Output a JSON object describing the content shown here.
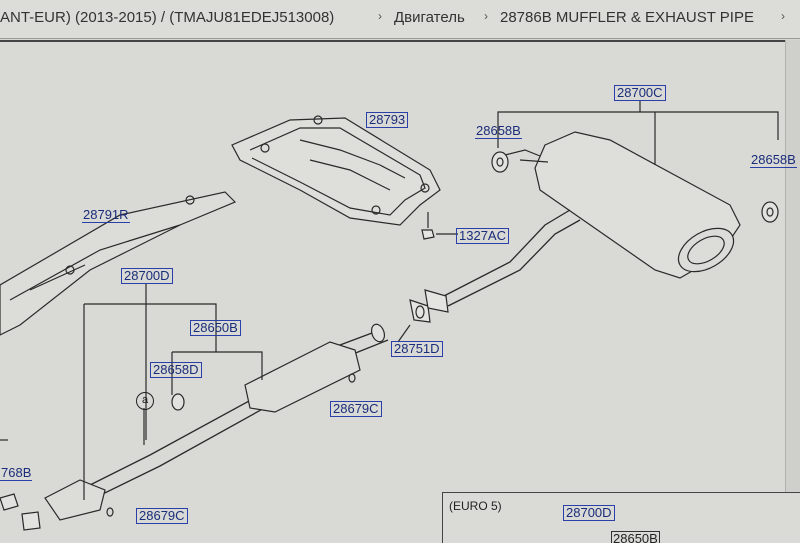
{
  "breadcrumb": {
    "items": [
      {
        "text": "ANT-EUR) (2013-2015) / (TMAJU81EDEJ513008)"
      },
      {
        "text": "Двигатель"
      },
      {
        "text": "28786B MUFFLER & EXHAUST PIPE"
      }
    ],
    "separator": "›"
  },
  "parts": {
    "p28793": "28793",
    "p28700C": "28700C",
    "p28658B_left": "28658B",
    "p28658B_right": "28658B",
    "p1327AC": "1327AC",
    "p28791R": "28791R",
    "p28700D": "28700D",
    "p28650B": "28650B",
    "p28751D": "28751D",
    "p28658D": "28658D",
    "p28679C_top": "28679C",
    "p28679C_bottom": "28679C",
    "p768B": "768B",
    "marker_a": "a"
  },
  "euro": {
    "title": "(EURO 5)",
    "part": "28700D",
    "part2": "28650B"
  },
  "icons": {
    "separator": "chevron-right-icon"
  }
}
